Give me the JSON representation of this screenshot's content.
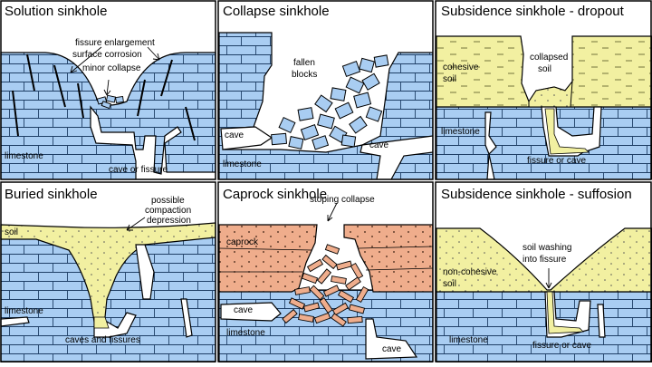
{
  "colors": {
    "limestone": "#a9cdf2",
    "soil": "#f2f0a1",
    "caprock": "#efad8c",
    "outline": "#000000",
    "background": "#ffffff"
  },
  "panels": [
    {
      "title": "Solution sinkhole",
      "labels": {
        "fissure_enlargement": "fissure enlargement",
        "surface_corrosion": "surface corrosion",
        "minor_collapse": "minor collapse",
        "limestone": "limestone",
        "cave_or_fissure": "cave or fissure"
      }
    },
    {
      "title": "Collapse sinkhole",
      "labels": {
        "fallen": "fallen",
        "blocks": "blocks",
        "cave_left": "cave",
        "cave_right": "cave",
        "limestone": "limestone"
      }
    },
    {
      "title": "Subsidence sinkhole - dropout",
      "labels": {
        "cohesive": "cohesive",
        "soil": "soil",
        "collapsed": "collapsed",
        "collapsed_soil": "soil",
        "limestone": "limestone",
        "fissure_or_cave": "fissure or cave"
      }
    },
    {
      "title": "Buried sinkhole",
      "labels": {
        "possible": "possible",
        "compaction": "compaction",
        "depression": "depression",
        "soil": "soil",
        "limestone": "limestone",
        "caves_and_fissures": "caves and fissures"
      }
    },
    {
      "title": "Caprock sinkhole",
      "labels": {
        "stoping_collapse": "stoping collapse",
        "caprock": "caprock",
        "cave_left": "cave",
        "limestone": "limestone",
        "cave_bottom": "cave"
      }
    },
    {
      "title": "Subsidence sinkhole - suffosion",
      "labels": {
        "soil_washing": "soil washing",
        "into_fissure": "into fissure",
        "non_cohesive": "non-cohesive",
        "soil": "soil",
        "limestone": "limestone",
        "fissure_or_cave": "fissure or cave"
      }
    }
  ]
}
